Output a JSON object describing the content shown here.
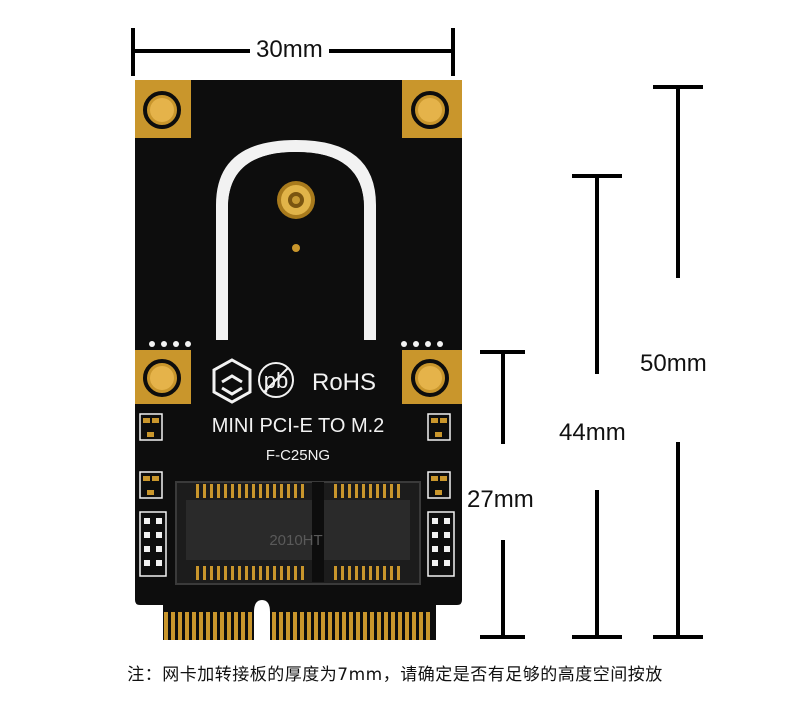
{
  "dimensions": {
    "width_label": "30mm",
    "height_50_label": "50mm",
    "height_44_label": "44mm",
    "height_27_label": "27mm"
  },
  "board": {
    "title": "MINI PCI-E TO M.2",
    "model": "F-C25NG",
    "rohs_label": "RoHS",
    "pb_label": "pb",
    "connector_marking": "2010HT",
    "colors": {
      "pcb": "#0d0d0d",
      "gold": "#c9962c",
      "silkscreen": "#f2f2f2"
    }
  },
  "note": "注：网卡加转接板的厚度为7mm，请确定是否有足够的高度空间按放"
}
